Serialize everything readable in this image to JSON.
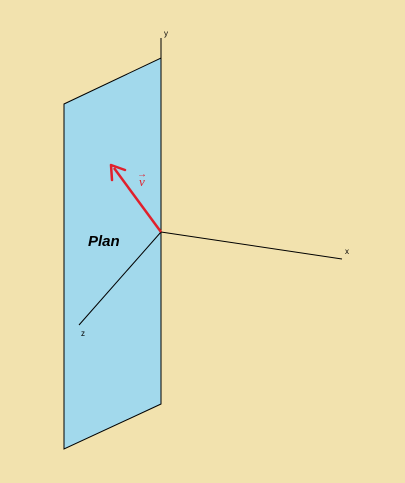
{
  "diagram": {
    "plane_label": "Plan",
    "vector_label": "v",
    "vector_accent": "→",
    "axes": {
      "x_label": "x",
      "y_label": "y",
      "z_label": "z"
    },
    "colors": {
      "background": "#F2E2AE",
      "plane_fill": "#A2D9EC",
      "outline": "#000000",
      "vector": "#E0202C"
    }
  }
}
